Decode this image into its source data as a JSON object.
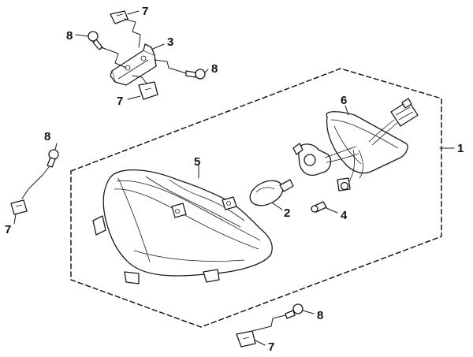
{
  "diagram": {
    "title": "Headlight assembly exploded view",
    "callouts": [
      {
        "id": "c1",
        "label": "1",
        "part": "headlight-assembly"
      },
      {
        "id": "c2",
        "label": "2",
        "part": "headlight-bulb"
      },
      {
        "id": "c3",
        "label": "3",
        "part": "mounting-bracket"
      },
      {
        "id": "c4",
        "label": "4",
        "part": "position-bulb"
      },
      {
        "id": "c5",
        "label": "5",
        "part": "headlight-lens-housing"
      },
      {
        "id": "c6",
        "label": "6",
        "part": "wiring-harness-socket"
      },
      {
        "id": "c7a",
        "label": "7",
        "part": "speed-nut-top"
      },
      {
        "id": "c7b",
        "label": "7",
        "part": "speed-nut-bracket"
      },
      {
        "id": "c7c",
        "label": "7",
        "part": "speed-nut-left"
      },
      {
        "id": "c7d",
        "label": "7",
        "part": "speed-nut-bottom"
      },
      {
        "id": "c8a",
        "label": "8",
        "part": "screw-top-left"
      },
      {
        "id": "c8b",
        "label": "8",
        "part": "screw-top-right"
      },
      {
        "id": "c8c",
        "label": "8",
        "part": "screw-left"
      },
      {
        "id": "c8d",
        "label": "8",
        "part": "screw-bottom"
      }
    ]
  }
}
